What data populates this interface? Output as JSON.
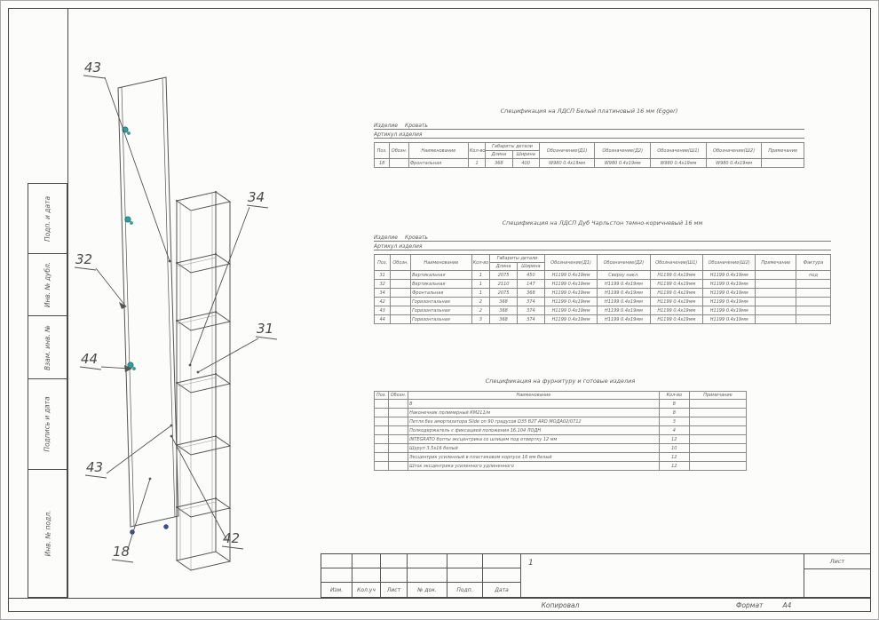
{
  "frame": {
    "left_labels": [
      "Подп. и дата",
      "Инв. № дубл.",
      "Взам. инв. №",
      "Подпись и дата",
      "Инв. № подл."
    ]
  },
  "callouts": [
    "43",
    "34",
    "32",
    "31",
    "44",
    "43",
    "42",
    "18"
  ],
  "spec_tables": [
    {
      "title": "Спецификация на ЛДСП Белый платиновый 16 мм (Egger)",
      "product_label": "Изделие",
      "product_value": "Кровать",
      "article_label": "Артикул изделия",
      "article_value": "",
      "size_group": {
        "label": "Габариты детали",
        "start": 4,
        "span": 2
      },
      "headers": [
        "Поз.",
        "Обозн.",
        "Наименование",
        "Кол-во",
        "Длина",
        "Ширина",
        "Обозначение(Д1)",
        "Обозначение(Д2)",
        "Обозначение(Ш1)",
        "Обозначение(Ш2)",
        "Примечание"
      ],
      "rows": [
        [
          "18",
          "",
          "Фронтальная",
          "1",
          "368",
          "400",
          "W980 0.4х19мм",
          "W980 0.4х19мм",
          "W980 0.4х19мм",
          "W980 0.4х19мм",
          ""
        ]
      ]
    },
    {
      "title": "Спецификация на ЛДСП Дуб Чарльстон темно-коричневый 16 мм",
      "product_label": "Изделие",
      "product_value": "Кровать",
      "article_label": "Артикул изделия",
      "article_value": "",
      "size_group": {
        "label": "Габариты детали",
        "start": 4,
        "span": 2
      },
      "headers": [
        "Поз.",
        "Обозн.",
        "Наименование",
        "Кол-во",
        "Длина",
        "Ширина",
        "Обозначение(Д1)",
        "Обозначение(Д2)",
        "Обозначение(Ш1)",
        "Обозначение(Ш2)",
        "Примечание",
        "Фактура"
      ],
      "rows": [
        [
          "31",
          "",
          "Вертикальная",
          "1",
          "2075",
          "450",
          "H1199 0.4х19мм",
          "Сверху накл.",
          "H1199 0.4х19мм",
          "H1199 0.4х19мм",
          "",
          "под"
        ],
        [
          "32",
          "",
          "Вертикальная",
          "1",
          "2110",
          "147",
          "H1199 0.4х19мм",
          "H1199 0.4х19мм",
          "H1199 0.4х19мм",
          "H1199 0.4х19мм",
          "",
          ""
        ],
        [
          "34",
          "",
          "Фронтальная",
          "1",
          "2075",
          "368",
          "H1199 0.4х19мм",
          "H1199 0.4х19мм",
          "H1199 0.4х19мм",
          "H1199 0.4х19мм",
          "",
          ""
        ],
        [
          "42",
          "",
          "Горизонтальная",
          "2",
          "368",
          "374",
          "H1199 0.4х19мм",
          "H1199 0.4х19мм",
          "H1199 0.4х19мм",
          "H1199 0.4х19мм",
          "",
          ""
        ],
        [
          "43",
          "",
          "Горизонтальная",
          "2",
          "368",
          "374",
          "H1199 0.4х19мм",
          "H1199 0.4х19мм",
          "H1199 0.4х19мм",
          "H1199 0.4х19мм",
          "",
          ""
        ],
        [
          "44",
          "",
          "Горизонтальная",
          "3",
          "368",
          "374",
          "H1199 0.4х19мм",
          "H1199 0.4х19мм",
          "H1199 0.4х19мм",
          "H1199 0.4х19мм",
          "",
          ""
        ]
      ]
    },
    {
      "title": "Спецификация на фурнитуру и готовые изделия",
      "headers": [
        "Поз.",
        "Обозн.",
        "Наименование",
        "Кол-во",
        "Примечание"
      ],
      "rows": [
        [
          "",
          "",
          "В",
          "8",
          ""
        ],
        [
          "",
          "",
          "Наконечник полимерный КМ211/м",
          "8",
          ""
        ],
        [
          "",
          "",
          "Петля без амортизатора Slide on 90 градусов D35 B2T ARD МОДА02/0712",
          "3",
          ""
        ],
        [
          "",
          "",
          "Полкодержатель с фиксацией положения 16.104 ЛОДН",
          "4",
          ""
        ],
        [
          "",
          "",
          "INTEGRATO болты эксцентрика со шлицем под отвертку 12 мм",
          "12",
          ""
        ],
        [
          "",
          "",
          "Шуруп 3.5x16 белый",
          "10",
          ""
        ],
        [
          "",
          "",
          "Эксцентрик усиленный в пластиковом корпусе 16 мм белый",
          "12",
          ""
        ],
        [
          "",
          "",
          "Шток эксцентрика усиленного удлиненного",
          "12",
          ""
        ]
      ]
    }
  ],
  "title_block": {
    "columns": [
      "Изм.",
      "Кол.уч",
      "Лист",
      "№ док.",
      "Подп.",
      "Дата"
    ],
    "page_number": "1",
    "sheet_label": "Лист"
  },
  "footer": {
    "copied_label": "Копировал",
    "format_label": "Формат",
    "format_value": "А4"
  }
}
